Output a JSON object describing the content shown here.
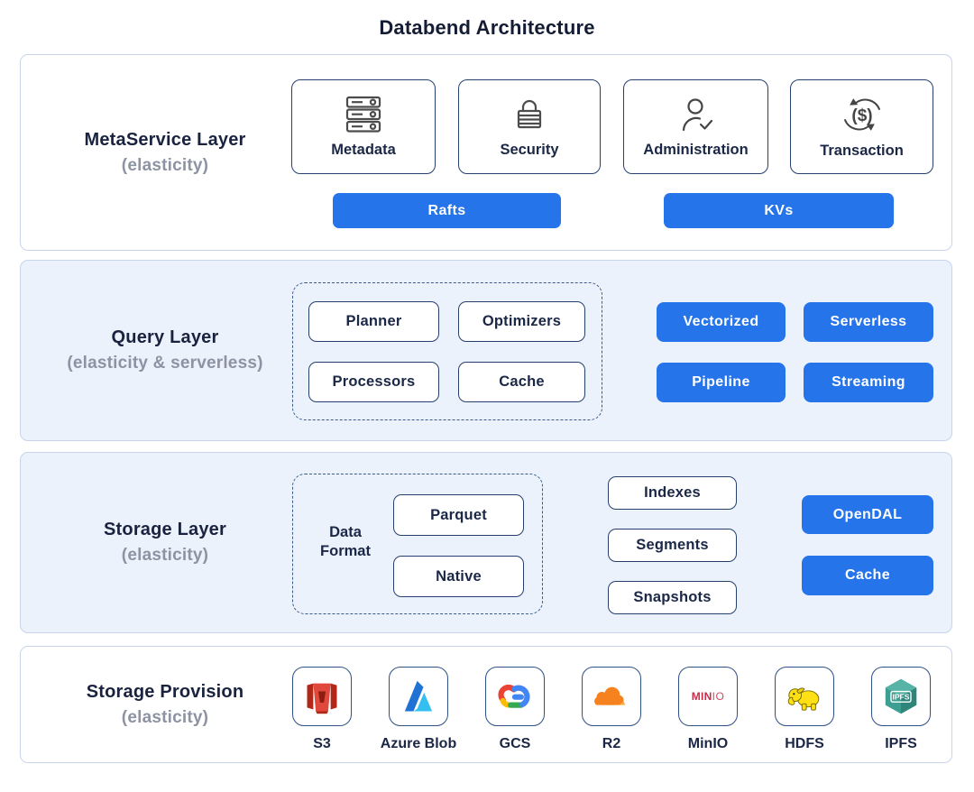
{
  "title": "Databend Architecture",
  "colors": {
    "accent_blue": "#2574e9",
    "navy_text": "#1b2746",
    "navy_border": "#26406e",
    "tinted_layer_bg": "#ecf2fc",
    "layer_border": "#c8d4ec",
    "gray_subtitle": "#8d93a2"
  },
  "metaservice": {
    "name": "MetaService Layer",
    "subtitle": "(elasticity)",
    "cards": [
      {
        "label": "Metadata",
        "icon": "server-stack-icon"
      },
      {
        "label": "Security",
        "icon": "lock-icon"
      },
      {
        "label": "Administration",
        "icon": "user-check-icon"
      },
      {
        "label": "Transaction",
        "icon": "dollar-cycle-icon"
      }
    ],
    "transaction_glyph": "($)",
    "pills": [
      {
        "label": "Rafts"
      },
      {
        "label": "KVs"
      }
    ]
  },
  "query": {
    "name": "Query Layer",
    "subtitle": "(elasticity & serverless)",
    "group_boxes": [
      "Planner",
      "Optimizers",
      "Processors",
      "Cache"
    ],
    "pills": [
      "Vectorized",
      "Serverless",
      "Pipeline",
      "Streaming"
    ]
  },
  "storage": {
    "name": "Storage Layer",
    "subtitle": "(elasticity)",
    "data_format_label": "Data\nFormat",
    "format_boxes": [
      "Parquet",
      "Native"
    ],
    "stack_boxes": [
      "Indexes",
      "Segments",
      "Snapshots"
    ],
    "pills": [
      "OpenDAL",
      "Cache"
    ]
  },
  "provision": {
    "name": "Storage Provision",
    "subtitle": "(elasticity)",
    "providers": [
      {
        "label": "S3",
        "icon": "s3-icon"
      },
      {
        "label": "Azure Blob",
        "icon": "azure-icon"
      },
      {
        "label": "GCS",
        "icon": "gcs-icon"
      },
      {
        "label": "R2",
        "icon": "cloudflare-icon"
      },
      {
        "label": "MinIO",
        "icon": "minio-icon"
      },
      {
        "label": "HDFS",
        "icon": "hadoop-elephant-icon"
      },
      {
        "label": "IPFS",
        "icon": "ipfs-cube-icon"
      }
    ],
    "minio_wordmark": {
      "solid": "MIN",
      "thin": "IO"
    },
    "ipfs_icon_text": "IPFS"
  }
}
